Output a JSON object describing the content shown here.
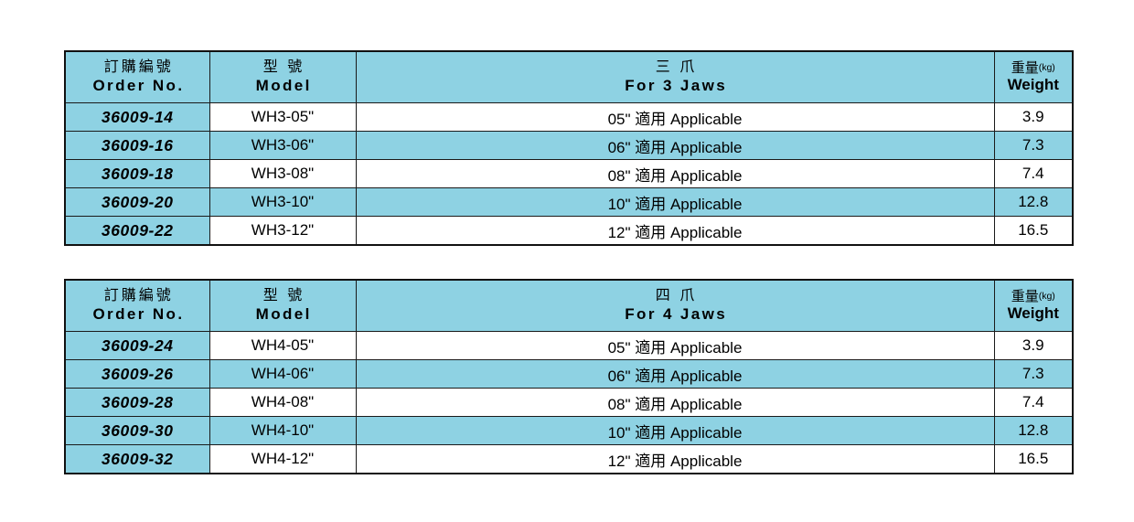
{
  "document": {
    "title": "Chuck Jaw Boring Ring Specification Tables",
    "accent_blue": "#8ED2E3",
    "border_color": "#1A1A1A",
    "background": "#FFFFFF"
  },
  "tables": [
    {
      "id": "table-3jaws",
      "headers": {
        "order_no": {
          "cjk": "訂購編號",
          "en": "Order No."
        },
        "model": {
          "cjk": "型 號",
          "en": "Model"
        },
        "jaws": {
          "cjk": "三 爪",
          "en": "For 3 Jaws"
        },
        "weight": {
          "cjk": "重量",
          "unit": "(kg)",
          "en": "Weight"
        }
      },
      "rows": [
        {
          "order_no": "36009-14",
          "model": "WH3-05\"",
          "jaws": "05\" 適用 Applicable",
          "weight": "3.9"
        },
        {
          "order_no": "36009-16",
          "model": "WH3-06\"",
          "jaws": "06\" 適用 Applicable",
          "weight": "7.3"
        },
        {
          "order_no": "36009-18",
          "model": "WH3-08\"",
          "jaws": "08\" 適用 Applicable",
          "weight": "7.4"
        },
        {
          "order_no": "36009-20",
          "model": "WH3-10\"",
          "jaws": "10\" 適用 Applicable",
          "weight": "12.8"
        },
        {
          "order_no": "36009-22",
          "model": "WH3-12\"",
          "jaws": "12\" 適用 Applicable",
          "weight": "16.5"
        }
      ]
    },
    {
      "id": "table-4jaws",
      "headers": {
        "order_no": {
          "cjk": "訂購編號",
          "en": "Order No."
        },
        "model": {
          "cjk": "型 號",
          "en": "Model"
        },
        "jaws": {
          "cjk": "四 爪",
          "en": "For 4 Jaws"
        },
        "weight": {
          "cjk": "重量",
          "unit": "(kg)",
          "en": "Weight"
        }
      },
      "rows": [
        {
          "order_no": "36009-24",
          "model": "WH4-05\"",
          "jaws": "05\" 適用 Applicable",
          "weight": "3.9"
        },
        {
          "order_no": "36009-26",
          "model": "WH4-06\"",
          "jaws": "06\" 適用 Applicable",
          "weight": "7.3"
        },
        {
          "order_no": "36009-28",
          "model": "WH4-08\"",
          "jaws": "08\" 適用 Applicable",
          "weight": "7.4"
        },
        {
          "order_no": "36009-30",
          "model": "WH4-10\"",
          "jaws": "10\" 適用 Applicable",
          "weight": "12.8"
        },
        {
          "order_no": "36009-32",
          "model": "WH4-12\"",
          "jaws": "12\" 適用 Applicable",
          "weight": "16.5"
        }
      ]
    }
  ]
}
